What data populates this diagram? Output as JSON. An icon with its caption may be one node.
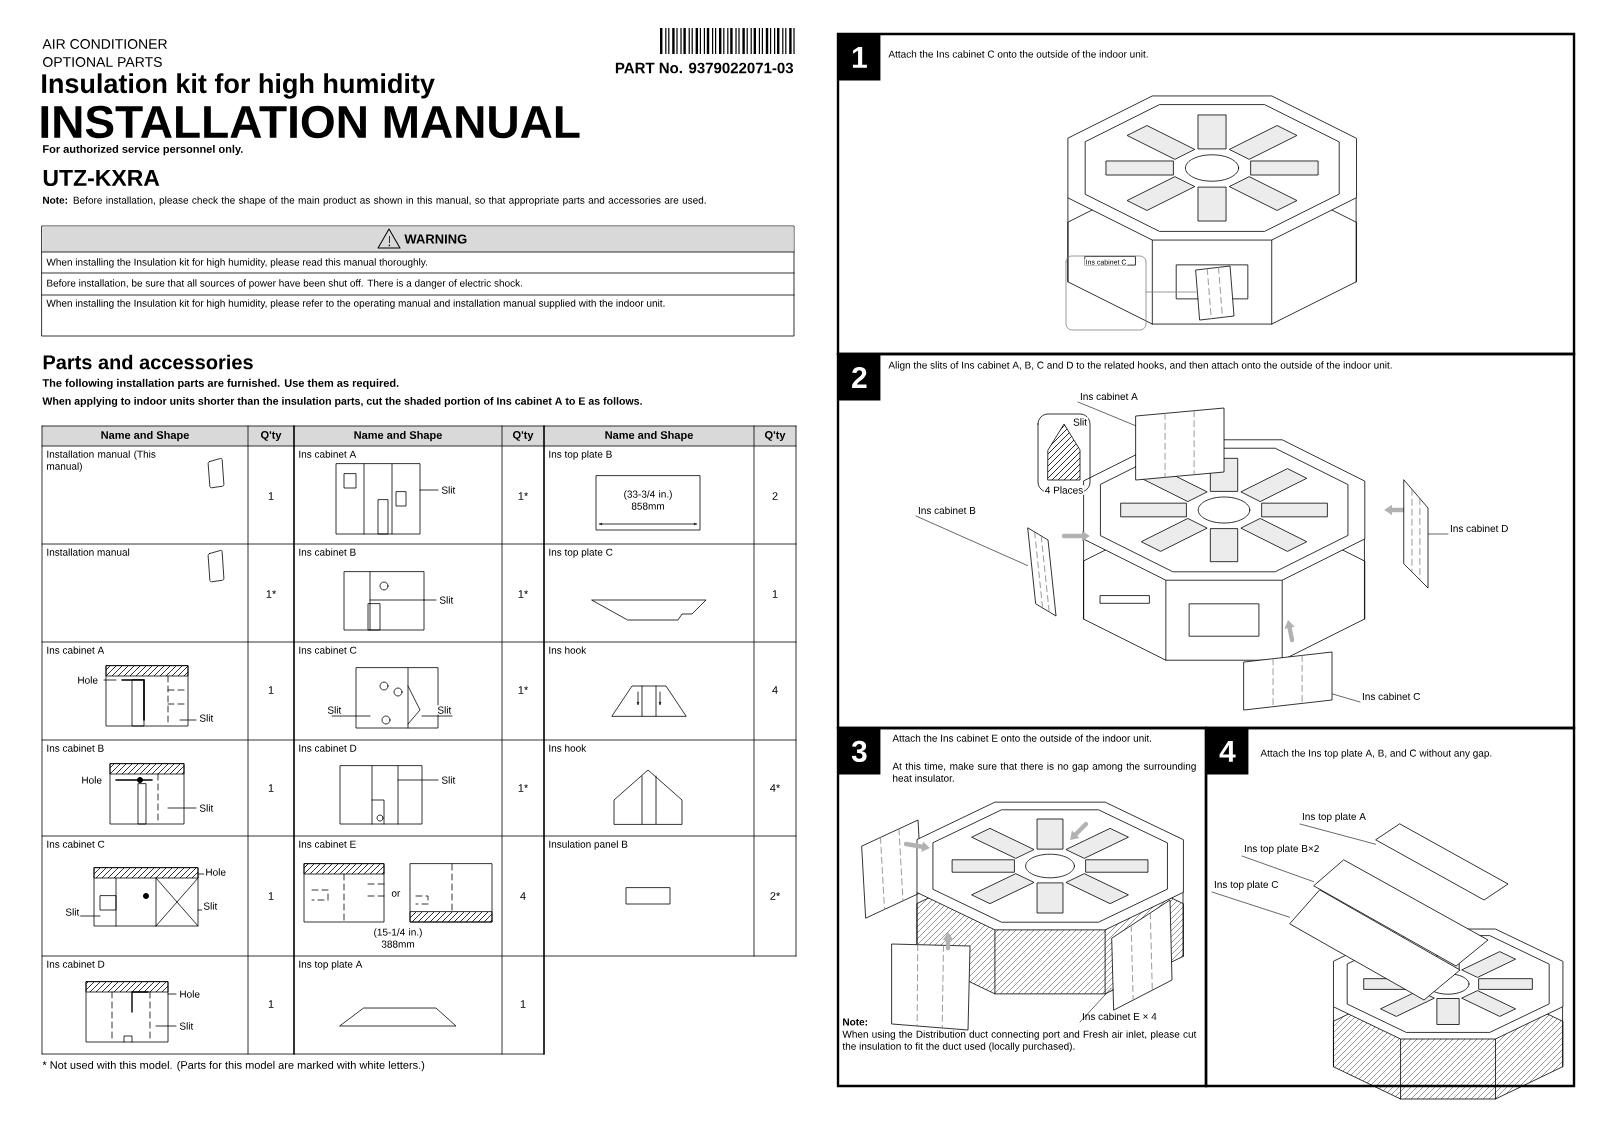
{
  "diagram": {
    "title": "INSTALLATION MANUAL",
    "nodes": [
      {
        "text": [
          "WARNING",
          "When installing the Insulation kit for high humidity, please read this manual thoroughly.",
          "Before installation, be sure that all sources of power have been shut off. There is a danger of electric shock.",
          "When installing the Insulation kit for high humidity, please refer to the operating manual and installation manual supplied with the indoor unit."
        ]
      },
      {
        "text": [
          "1",
          "Attach the Ins cabinet C onto the outside of the indoor unit."
        ]
      },
      {
        "text": [
          "2",
          "Align the slits of Ins cabinet A, B, C and D to the related hooks, and then attach onto the outside of the indoor unit."
        ]
      },
      {
        "text": [
          "Ins cabinet A"
        ],
        "in": 2
      },
      {
        "text": [
          "Ins cabinet B"
        ],
        "in": 2
      },
      {
        "text": [
          "Ins cabinet D"
        ],
        "in": 2
      },
      {
        "text": [
          "Ins cabinet C"
        ],
        "in": 2
      },
      {
        "text": [
          "3",
          "Attach the Ins cabinet E onto the outside of the indoor unit.",
          "At this time, make sure that there is no gap among the surrounding heat insulator.",
          "Note:",
          "When using the Distribution duct connecting port and Fresh air inlet, please cut the insulation to fit the duct used (locally purchased)."
        ]
      },
      {
        "text": [
          "Ins cabinet E × 4"
        ],
        "in": 7
      },
      {
        "text": [
          "4",
          "Attach the Ins top plate A, B, and C without any gap."
        ]
      },
      {
        "text": [
          "Ins top plate A"
        ],
        "in": 9
      },
      {
        "text": [
          "Ins top plate B×2"
        ],
        "in": 9
      },
      {
        "text": [
          "Ins top plate C"
        ],
        "in": 9
      },
      {
        "text": [],
        "shape": "picture",
        "in": 2
      },
      {
        "text": [],
        "shape": "picture",
        "in": 2
      },
      {
        "text": [],
        "shape": "picture",
        "in": 2
      },
      {
        "text": [],
        "shape": "picture",
        "in": 2
      },
      {
        "text": [],
        "shape": "picture",
        "in": 7
      },
      {
        "text": [],
        "shape": "picture",
        "in": 9
      },
      {
        "text": [],
        "shape": "picture",
        "in": 9
      },
      {
        "text": [],
        "shape": "picture",
        "in": 9
      }
    ],
    "edges": [
      {
        "from": 3,
        "to": 13,
        "arrow": "none"
      },
      {
        "from": 4,
        "to": 14,
        "arrow": "none"
      },
      {
        "from": 5,
        "to": 15,
        "arrow": "none"
      },
      {
        "from": 6,
        "to": 16,
        "arrow": "none"
      },
      {
        "from": 8,
        "to": 17,
        "arrow": "none"
      },
      {
        "from": 10,
        "to": 18,
        "arrow": "none"
      },
      {
        "from": 11,
        "to": 19,
        "arrow": "none"
      },
      {
        "from": 12,
        "to": 20,
        "arrow": "none"
      }
    ],
    "labels": [
      "AIR CONDITIONER",
      "OPTIONAL PARTS",
      "Insulation kit for high humidity",
      "PART No. 9379022071-03",
      "For authorized service personnel only.",
      "UTZ-KXRA",
      "**Note:** Before installation, please check the shape of the main product as shown in this manual, so that appropriate parts and accessories are used.",
      "Parts and accessories",
      "The following installation parts are furnished. Use them as required.",
      "When applying to indoor units shorter than the insulation parts, cut the shaded portion of Ins cabinet A to E as follows.",
      "Name and Shape",
      "Q'ty",
      "Name and Shape",
      "Q'ty",
      "Name and Shape",
      "Q'ty",
      "Installation manual (This manual)",
      "1",
      "Ins cabinet A",
      "Slit",
      "1*",
      "Ins top plate B",
      "(33-3/4 in.) 858mm",
      "2",
      "Installation manual",
      "1*",
      "Ins cabinet B",
      "Slit",
      "1*",
      "Ins top plate C",
      "1",
      "Ins cabinet A",
      "Hole",
      "Slit",
      "1",
      "Ins cabinet C",
      "Slit",
      "Slit",
      "1*",
      "Ins hook",
      "4",
      "Ins cabinet B",
      "Hole",
      "Slit",
      "1",
      "Ins cabinet D",
      "Slit",
      "1*",
      "Ins hook",
      "4*",
      "Ins cabinet C",
      "Hole",
      "Slit",
      "Slit",
      "1",
      "Ins cabinet E",
      "or",
      "(15-1/4 in.) 388mm",
      "4",
      "Insulation panel B",
      "2*",
      "Ins cabinet D",
      "Hole",
      "Slit",
      "1",
      "Ins top plate A",
      "1",
      "* Not used with this model. (Parts for this model are marked with white letters.)",
      "Ins cabinet C",
      "Slit",
      "4 Places"
    ]
  }
}
